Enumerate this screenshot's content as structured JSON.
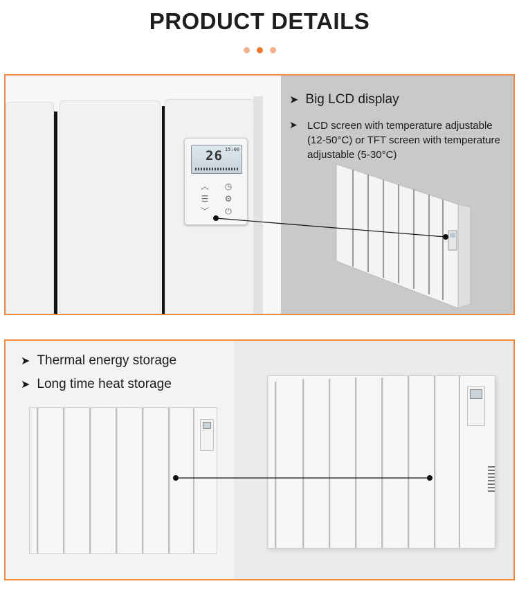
{
  "header": {
    "title": "PRODUCT DETAILS"
  },
  "section1": {
    "heading": "Big LCD display",
    "description": "LCD screen with temperature adjustable (12-50°C) or TFT screen with temperature adjustable (5-30°C)",
    "bullet_glyph": "➤",
    "lcd": {
      "temperature": "26",
      "time": "15:00"
    },
    "controls": [
      "up-arrow-icon",
      "clock-icon",
      "settings-sliders-icon",
      "gear-icon",
      "down-arrow-icon",
      "power-icon"
    ]
  },
  "section2": {
    "bullets": [
      "Thermal energy storage",
      "Long time heat storage"
    ],
    "bullet_glyph": "➤"
  },
  "colors": {
    "accent": "#f08a3e",
    "dot_light": "#f2b08a",
    "dot_dark": "#ee7a2f"
  }
}
